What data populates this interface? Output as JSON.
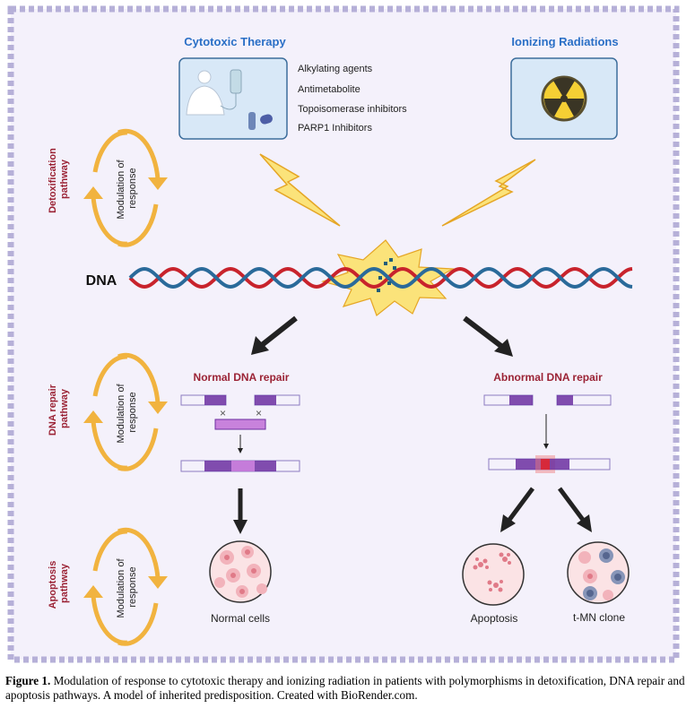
{
  "therapy": {
    "cytotoxic_title": "Cytotoxic Therapy",
    "radiation_title": "Ionizing Radiations",
    "agents": [
      "Alkylating agents",
      "Antimetabolite",
      "Topoisomerase inhibitors",
      "PARP1 Inhibitors"
    ]
  },
  "dna_label": "DNA",
  "pathways": [
    {
      "label_lines": [
        "Detoxification",
        "pathway"
      ],
      "modulation_lines": [
        "Modulation of",
        "response"
      ]
    },
    {
      "label_lines": [
        "DNA repair",
        "pathway"
      ],
      "modulation_lines": [
        "Modulation of",
        "response"
      ]
    },
    {
      "label_lines": [
        "Apoptosis",
        "pathway"
      ],
      "modulation_lines": [
        "Modulation of",
        "response"
      ]
    }
  ],
  "repair": {
    "normal_title": "Normal DNA repair",
    "abnormal_title": "Abnormal DNA repair"
  },
  "outcomes": {
    "normal": "Normal cells",
    "apoptosis": "Apoptosis",
    "clone": "t-MN clone"
  },
  "caption": {
    "label": "Figure 1.",
    "text": " Modulation of response to cytotoxic therapy and ionizing radiation in patients with polymorphisms in detoxification, DNA repair and apoptosis pathways. A model of inherited predisposition. Created with BioRender.com."
  },
  "colors": {
    "frame": "#b6b0d8",
    "panel": "#f4f1fb",
    "title_blue": "#2a6fc6",
    "pathway_red": "#9b2335",
    "cycle_orange": "#f1b33f",
    "strand_red": "#c8232c",
    "strand_blue": "#2a6a9a",
    "bolt_yellow": "#fbe37a",
    "repair_purple": "#6b2fa0",
    "box_fill": "#d8e8f7",
    "box_stroke": "#3c6e9c"
  }
}
